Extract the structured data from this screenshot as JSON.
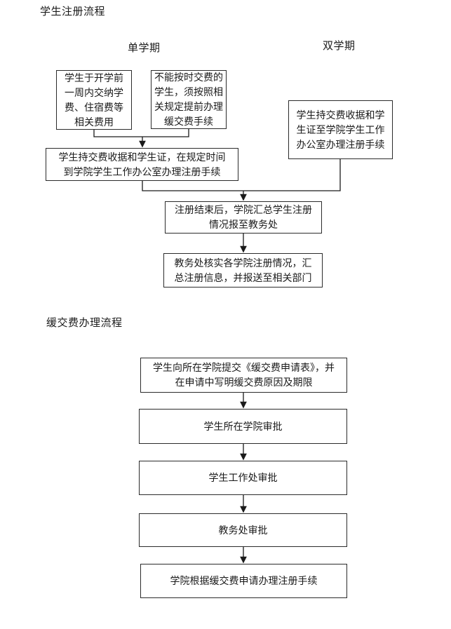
{
  "colors": {
    "background": "#ffffff",
    "text": "#1a1a1a",
    "box_border": "#2b2b2b",
    "connector": "#1a1a1a"
  },
  "flow1": {
    "title": "学生注册流程",
    "column_headers": [
      {
        "label": "单学期"
      },
      {
        "label": "双学期"
      }
    ],
    "nodes": [
      {
        "id": "pay-fees",
        "text": "学生于开学前\n一周内交纳学\n费、住宿费等\n相关费用"
      },
      {
        "id": "defer-procedure",
        "text": "不能按时交费的\n学生，须按照相\n关规定提前办理\n缓交费手续"
      },
      {
        "id": "dual-register",
        "text": "学生持交费收据和学\n生证至学院学生工作\n办公室办理注册手续"
      },
      {
        "id": "single-register",
        "text": "学生持交费收据和学生证，在规定时间\n到学院学生工作办公室办理注册手续"
      },
      {
        "id": "college-report",
        "text": "注册结束后，学院汇总学生注册\n情况报至教务处"
      },
      {
        "id": "aao-verify",
        "text": "教务处核实各学院注册情况，汇\n总注册信息，并报送至相关部门"
      }
    ],
    "edges": [
      [
        "pay-fees",
        "single-register"
      ],
      [
        "defer-procedure",
        "single-register"
      ],
      [
        "single-register",
        "college-report"
      ],
      [
        "dual-register",
        "college-report"
      ],
      [
        "college-report",
        "aao-verify"
      ]
    ]
  },
  "flow2": {
    "title": "缓交费办理流程",
    "nodes": [
      {
        "id": "submit-application",
        "text": "学生向所在学院提交《缓交费申请表》，并\n在申请中写明缓交费原因及期限"
      },
      {
        "id": "college-approval",
        "text": "学生所在学院审批"
      },
      {
        "id": "student-affairs-approval",
        "text": "学生工作处审批"
      },
      {
        "id": "aao-approval",
        "text": "教务处审批"
      },
      {
        "id": "college-registration",
        "text": "学院根据缓交费申请办理注册手续"
      }
    ],
    "edges": [
      [
        "submit-application",
        "college-approval"
      ],
      [
        "college-approval",
        "student-affairs-approval"
      ],
      [
        "student-affairs-approval",
        "aao-approval"
      ],
      [
        "aao-approval",
        "college-registration"
      ]
    ]
  }
}
